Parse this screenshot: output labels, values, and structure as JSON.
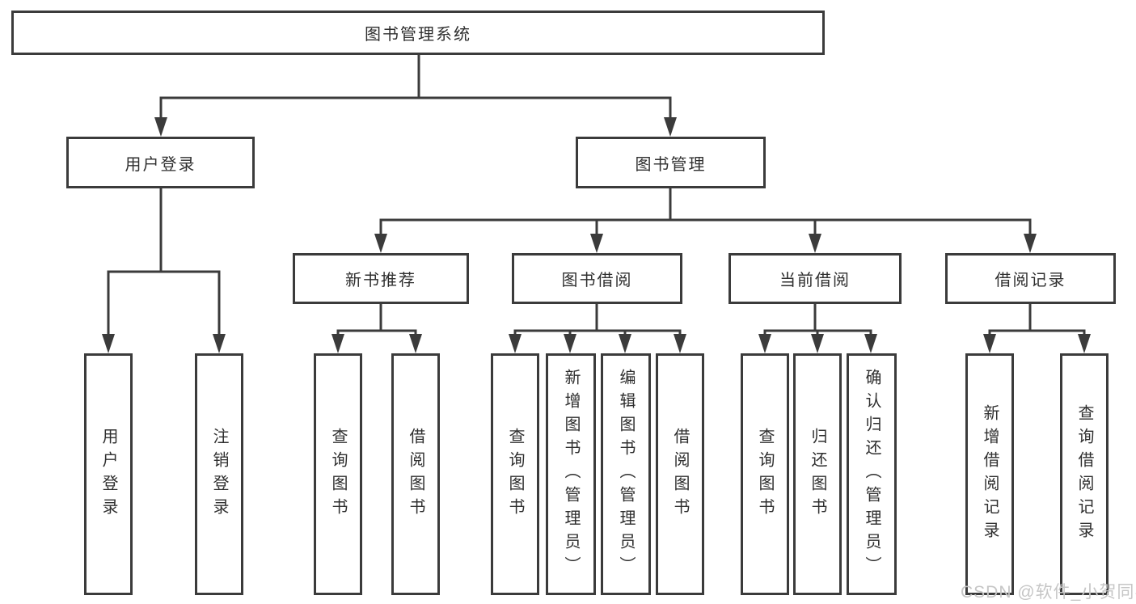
{
  "diagram": {
    "root": {
      "label": "图书管理系统"
    },
    "level2": {
      "user_login": {
        "label": "用户登录",
        "children": [
          "用户登录",
          "注销登录"
        ]
      },
      "book_mgmt": {
        "label": "图书管理",
        "sections": {
          "new_book": {
            "label": "新书推荐",
            "children": [
              "查询图书",
              "借阅图书"
            ]
          },
          "borrow": {
            "label": "图书借阅",
            "children": [
              "查询图书",
              "新增图书（管理员）",
              "编辑图书（管理员）",
              "借阅图书"
            ]
          },
          "current": {
            "label": "当前借阅",
            "children": [
              "查询图书",
              "归还图书",
              "确认归还（管理员）"
            ]
          },
          "records": {
            "label": "借阅记录",
            "children": [
              "新增借阅记录",
              "查询借阅记录"
            ]
          }
        }
      }
    }
  },
  "watermark": {
    "text": "CSDN @软件_小贺同学",
    "color": "#c6c6c6"
  },
  "colors": {
    "line": "#3b3b3b",
    "text": "#2f2f2f",
    "box_bg": "#ffffff",
    "page_bg": "#ffffff"
  }
}
